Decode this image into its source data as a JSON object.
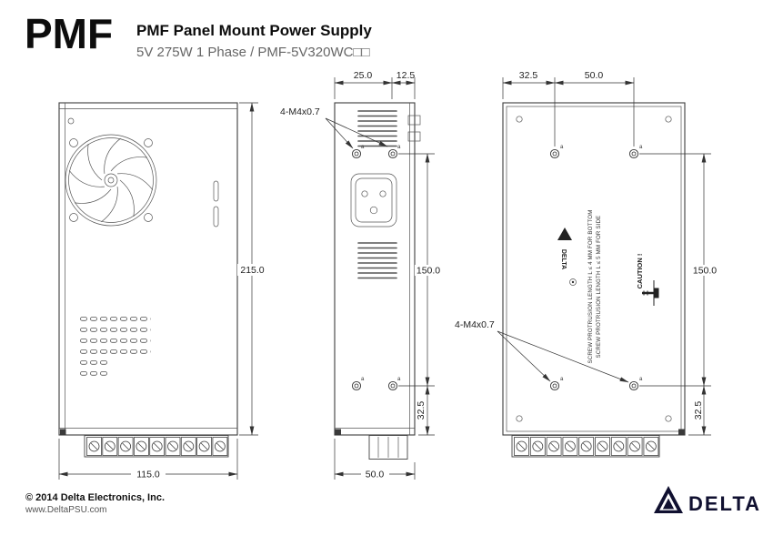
{
  "header": {
    "logo": "PMF",
    "title": "PMF Panel Mount Power Supply",
    "subtitle": "5V 275W 1 Phase / PMF-5V320WC□□"
  },
  "views": {
    "front": {
      "height": "215.0",
      "width": "115.0"
    },
    "side": {
      "top_left": "25.0",
      "top_right": "12.5",
      "screw": "4-M4x0.7",
      "holes_span": "150.0",
      "bottom_offset": "32.5",
      "width": "50.0",
      "hole_label": "a"
    },
    "back": {
      "top_left": "32.5",
      "top_mid": "50.0",
      "screw": "4-M4x0.7",
      "holes_span": "150.0",
      "bottom_offset": "32.5",
      "hole_label": "a",
      "caution": "CAUTION !",
      "note_line1": "SCREW PROTRUSION LENGTH L ≤ 4 MM FOR BOTTOM",
      "note_line2": "SCREW PROTRUSION LENGTH L ≤ 5 MM FOR SIDE",
      "logo_text": "DELTA"
    }
  },
  "footer": {
    "copyright": "© 2014 Delta Electronics, Inc.",
    "website": "www.DeltaPSU.com",
    "brand": "DELTA"
  }
}
